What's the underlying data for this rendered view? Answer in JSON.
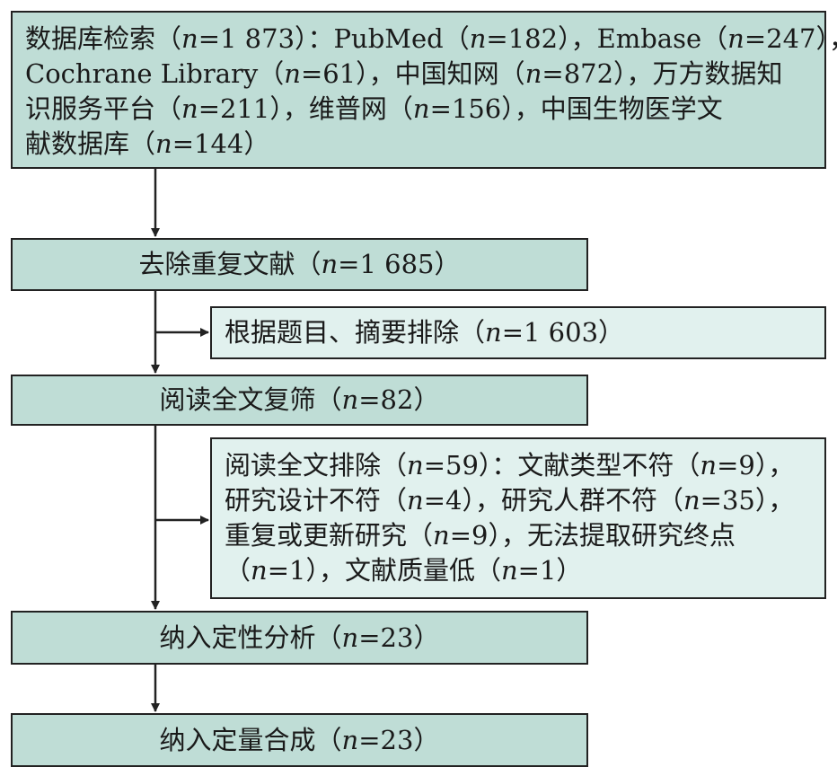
{
  "boxes": {
    "search": {
      "lines": [
        "数据库检索（n=1 873）：PubMed（n=182），Embase（n=247），",
        "Cochrane Library（n=61），中国知网（n=872），万方数据知",
        "识服务平台（n=211），维普网（n=156），中国生物医学文",
        "献数据库（n=144）"
      ]
    },
    "dedup": "去除重复文献（n=1 685）",
    "exclude_abstract": "根据题目、摘要排除（n=1 603）",
    "fulltext_screen": "阅读全文复筛（n=82）",
    "exclude_fulltext": {
      "lines": [
        "阅读全文排除（n=59）：文献类型不符（n=9），",
        "研究设计不符（n=4），研究人群不符（n=35），",
        "重复或更新研究（n=9），无法提取研究终点",
        "（n=1），文献质量低（n=1）"
      ]
    },
    "qualitative": "纳入定性分析（n=23）",
    "quantitative": "纳入定量合成（n=23）"
  },
  "colors": {
    "main_box_fill": "#bfddd6",
    "side_box_fill": "#e1f1ee",
    "stroke": "#222222"
  }
}
